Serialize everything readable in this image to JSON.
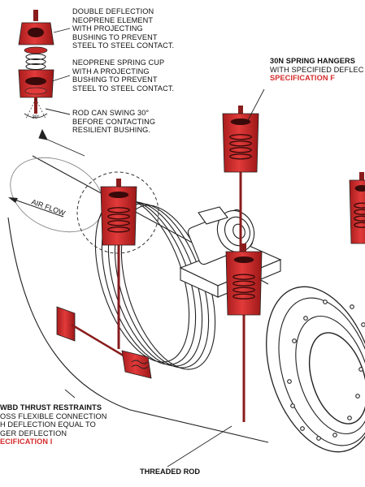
{
  "callouts": {
    "double_deflection": [
      "DOUBLE DEFLECTION",
      "NEOPRENE ELEMENT",
      "WITH PROJECTING",
      "BUSHING TO PREVENT",
      "STEEL TO STEEL CONTACT."
    ],
    "spring_cup": [
      "NEOPRENE SPRING CUP",
      "WITH A PROJECTING",
      "BUSHING TO PREVENT",
      "STEEL TO STEEL CONTACT."
    ],
    "rod_swing": [
      "ROD CAN SWING 30°",
      "BEFORE CONTACTING",
      "RESILIENT BUSHING."
    ],
    "spring_hangers": {
      "title": "30N SPRING HANGERS",
      "line": "WITH SPECIFIED DEFLEC",
      "spec": "SPECIFICATION F"
    },
    "thrust_restraints": {
      "title": "WBD THRUST RESTRAINTS",
      "lines": [
        "OSS FLEXIBLE CONNECTION",
        "H DEFLECTION EQUAL TO",
        "GER DEFLECTION"
      ],
      "spec": "ECIFICATION I"
    }
  },
  "labels": {
    "air_flow": "AIR FLOW",
    "threaded_rod": "THREADED ROD",
    "angle": "30°"
  },
  "colors": {
    "hanger_red": "#d62b2b",
    "hanger_dark": "#8e1414",
    "rod": "#8a1c1c",
    "line": "#222222"
  }
}
